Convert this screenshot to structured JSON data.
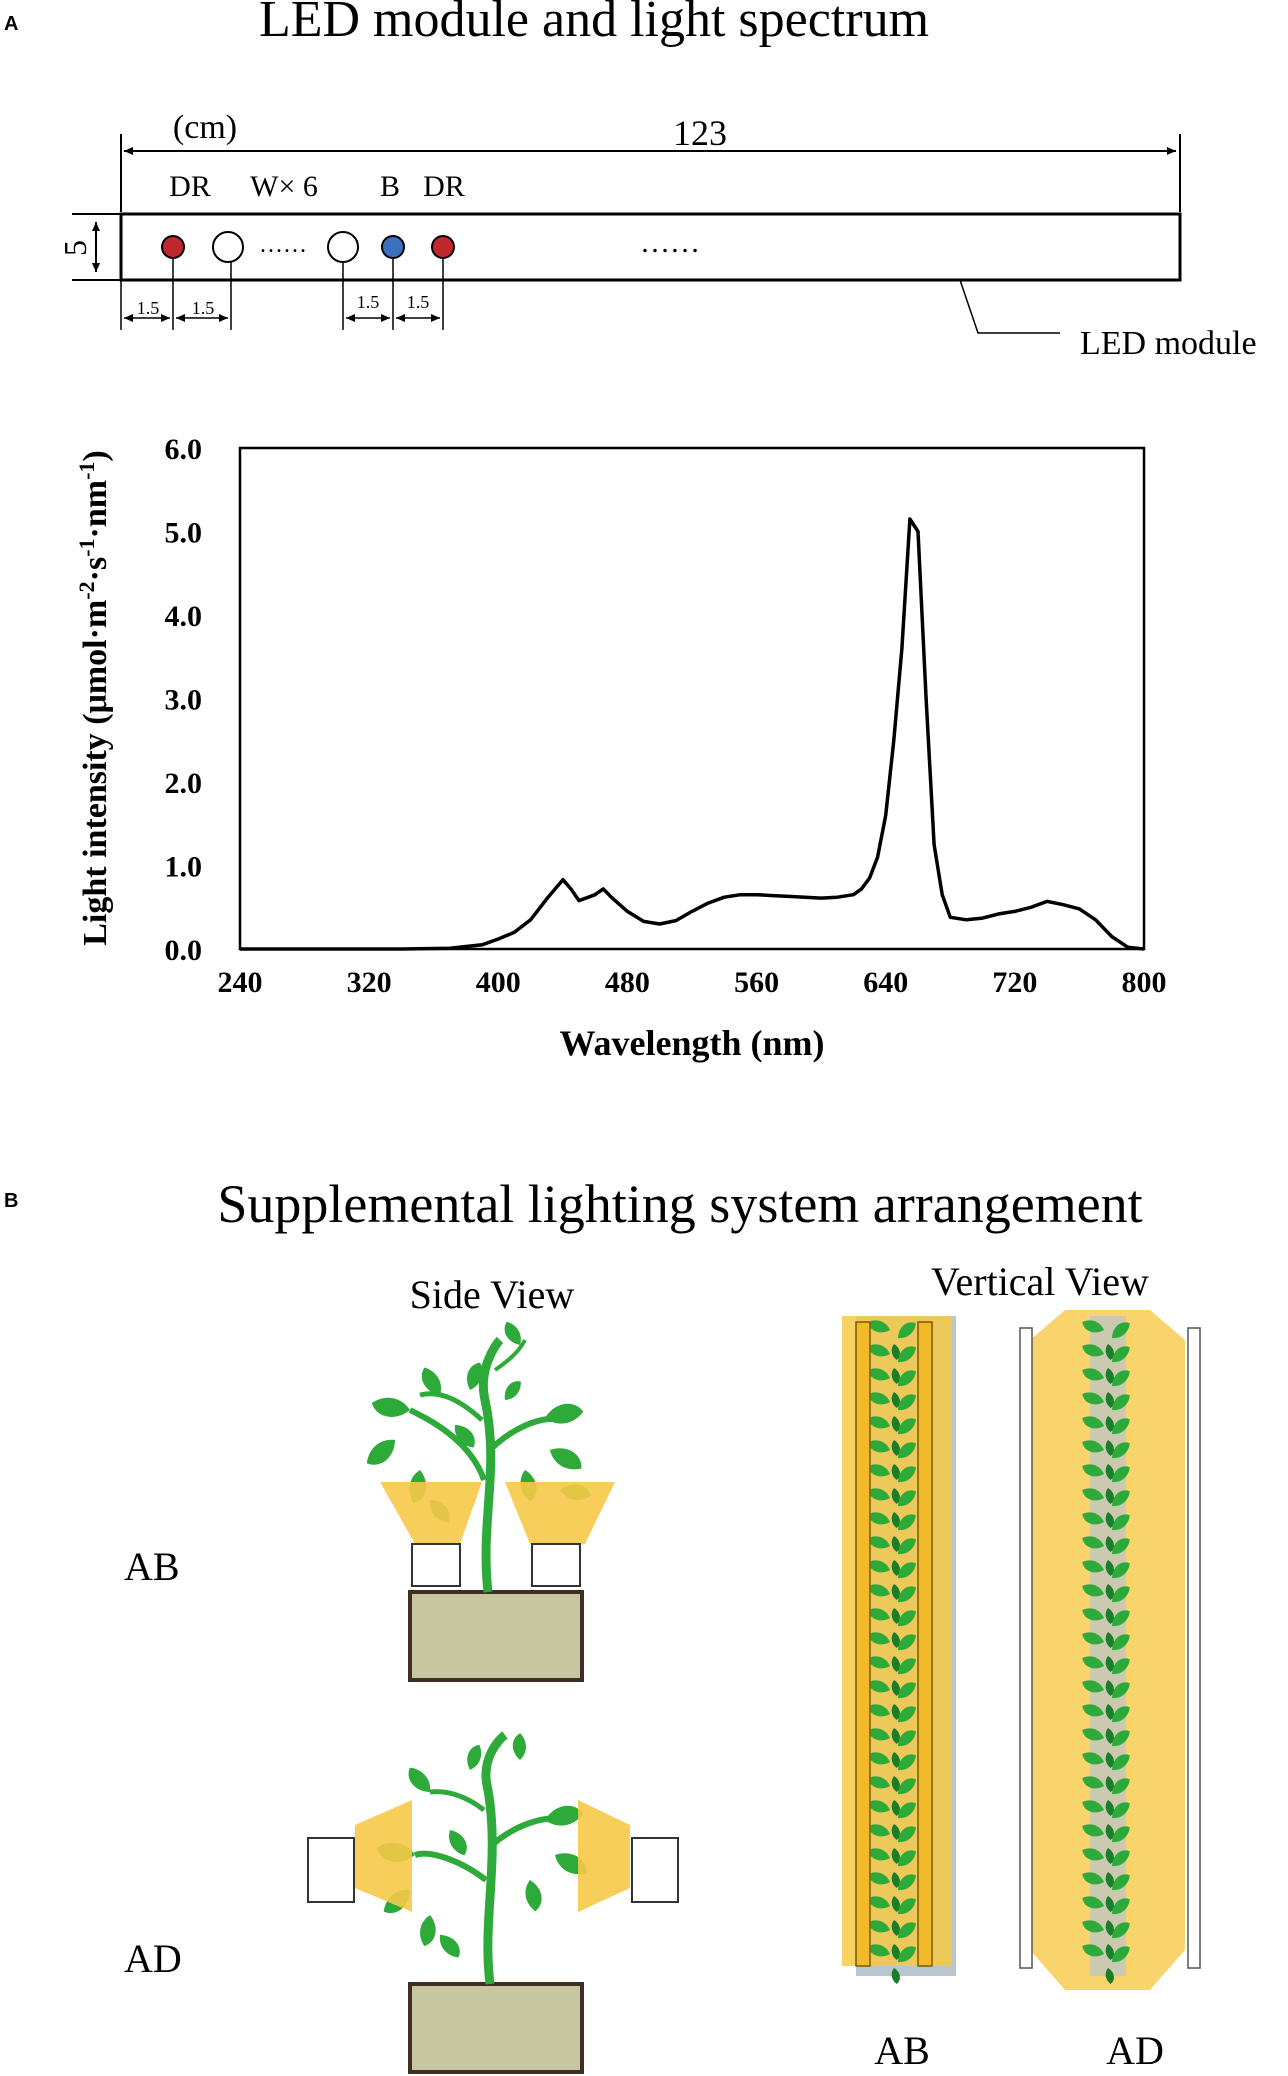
{
  "panel_a": {
    "letter": "A",
    "title": "LED module and light spectrum",
    "module": {
      "unit": "(cm)",
      "length": "123",
      "height": "5",
      "labels": {
        "dr_left": "DR",
        "white": "W× 6",
        "blue": "B",
        "dr_right": "DR"
      },
      "spacing": [
        "1.5",
        "1.5",
        "1.5",
        "1.5"
      ],
      "dots": "……",
      "callout": "LED module",
      "colors": {
        "deep_red": "#c0262d",
        "blue": "#3d6fc1",
        "white": "#ffffff"
      }
    }
  },
  "chart_data": {
    "type": "line",
    "title": "",
    "xlabel": "Wavelength (nm)",
    "ylabel_main": "Light intensity (μmol·m",
    "ylabel_sup1": "-2",
    "ylabel_mid1": "·s",
    "ylabel_sup2": "-1",
    "ylabel_mid2": "·nm",
    "ylabel_sup3": "-1",
    "ylabel_end": ")",
    "xlim": [
      240,
      800
    ],
    "ylim": [
      0,
      6
    ],
    "xticks": [
      240,
      320,
      400,
      480,
      560,
      640,
      720,
      800
    ],
    "xtick_labels": [
      "240",
      "320",
      "400",
      "480",
      "560",
      "640",
      "720",
      "800"
    ],
    "yticks": [
      0,
      1,
      2,
      3,
      4,
      5,
      6
    ],
    "ytick_labels": [
      "0.0",
      "1.0",
      "2.0",
      "3.0",
      "4.0",
      "5.0",
      "6.0"
    ],
    "grid": false,
    "series": [
      {
        "x": [
          240,
          300,
          340,
          370,
          390,
          400,
          410,
          420,
          430,
          440,
          445,
          450,
          460,
          465,
          470,
          480,
          490,
          500,
          510,
          520,
          530,
          540,
          550,
          560,
          570,
          580,
          590,
          600,
          610,
          620,
          625,
          630,
          635,
          640,
          645,
          650,
          655,
          660,
          665,
          670,
          675,
          680,
          690,
          700,
          710,
          720,
          730,
          740,
          750,
          760,
          770,
          780,
          790,
          800
        ],
        "y": [
          0,
          0,
          0,
          0.01,
          0.05,
          0.12,
          0.2,
          0.35,
          0.6,
          0.83,
          0.72,
          0.58,
          0.65,
          0.72,
          0.62,
          0.45,
          0.33,
          0.3,
          0.34,
          0.45,
          0.55,
          0.62,
          0.65,
          0.65,
          0.64,
          0.63,
          0.62,
          0.61,
          0.62,
          0.65,
          0.72,
          0.85,
          1.1,
          1.6,
          2.5,
          3.6,
          5.15,
          5.0,
          3.0,
          1.25,
          0.65,
          0.38,
          0.35,
          0.37,
          0.42,
          0.45,
          0.5,
          0.57,
          0.53,
          0.48,
          0.35,
          0.15,
          0.02,
          0
        ]
      }
    ]
  },
  "panel_b": {
    "letter": "B",
    "title": "Supplemental lighting system arrangement",
    "side_view_label": "Side View",
    "vertical_view_label": "Vertical View",
    "row_ab": "AB",
    "row_ad": "AD",
    "bottom_ab": "AB",
    "bottom_ad": "AD",
    "colors": {
      "light": "#f7c948",
      "light_strong": "#f2b928",
      "plant": "#2eaa3a",
      "plant_dark": "#1a7d27",
      "pot": "#c6c6a0",
      "pot_border": "#3e2e24",
      "aisle": "#b7c6cf"
    }
  }
}
